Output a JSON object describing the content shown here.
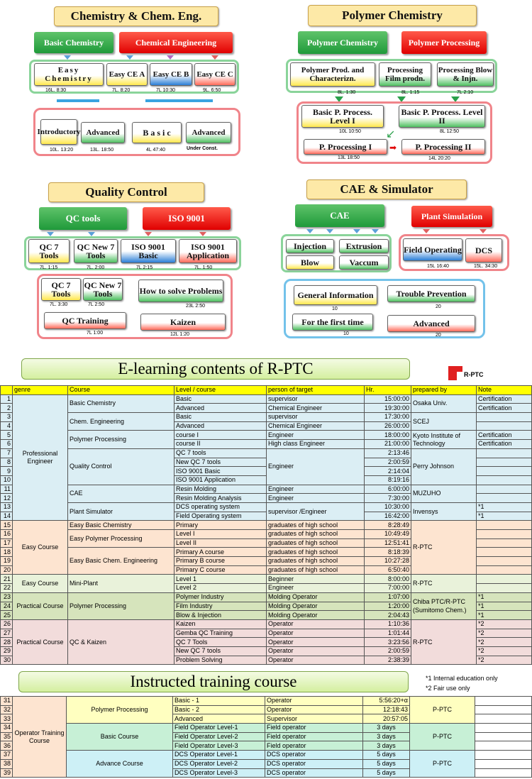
{
  "chem": {
    "title": "Chemistry & Chem. Eng.",
    "basic_chemistry": "Basic Chemistry",
    "chemical_engineering": "Chemical Engineering",
    "easy_chem": "Easy Chemistry",
    "easy_ce_a": "Easy CE A",
    "easy_ce_b": "Easy CE B",
    "easy_ce_c": "Easy CE C",
    "lbl_easy_chem": "16L. 8:30",
    "lbl_ce_a": "7L. 8:20",
    "lbl_ce_b": "7L 10:30",
    "lbl_ce_c": "9L. 6:50",
    "introductory": "Introductory",
    "advanced1": "Advanced",
    "basic": "B a s i c",
    "advanced2": "Advanced",
    "lbl_intro": "10L. 13:20",
    "lbl_adv1": "13L. 18:50",
    "lbl_basic": "4L 47:40",
    "lbl_adv2": "Under Const."
  },
  "polymer": {
    "title": "Polymer Chemistry",
    "polymer_chemistry": "Polymer Chemistry",
    "polymer_processing": "Polymer Processing",
    "prod_char": "Polymer Prod. and Characterizn.",
    "proc_film": "Processing Film prodn.",
    "proc_blow": "Processing Blow & Injn.",
    "lbl_prod": "8L. 1:30",
    "lbl_film": "8L. 1:15",
    "lbl_blow": "7L 2:10",
    "basic_p1": "Basic P. Process. Level I",
    "basic_p2": "Basic P. Process. Level II",
    "lbl_bp1": "10L 10:50",
    "lbl_bp2": "8L 12:50",
    "p_proc1": "P. Processing I",
    "p_proc2": "P. Processing II",
    "lbl_pp1": "13L 18:50",
    "lbl_pp2": "14L 20:20"
  },
  "qc": {
    "title": "Quality Control",
    "qc_tools": "QC tools",
    "iso": "ISO 9001",
    "qc7": "QC 7 Tools",
    "qcnew": "QC New 7 Tools",
    "iso_basic": "ISO 9001 Basic",
    "iso_app": "ISO 9001 Application",
    "lbl_qc7": "7L. 1:15",
    "lbl_qcnew": "7L. 2:00",
    "lbl_iso_basic": "7L 2:15",
    "lbl_iso_app": "7L. 1:50",
    "qc7b": "QC 7 Tools",
    "qcnewb": "QC New 7 Tools",
    "solve": "How to solve Problems",
    "lbl_qc7b": "7L. 3:30",
    "lbl_qcnewb": "7L 2:50",
    "lbl_solve": "23L 2:50",
    "training": "QC Training",
    "kaizen": "Kaizen",
    "lbl_training": "7L 1:00",
    "lbl_kaizen": "12L 1:20"
  },
  "cae": {
    "title": "CAE & Simulator",
    "cae": "CAE",
    "plant": "Plant Simulation",
    "injection": "Injection",
    "extrusion": "Extrusion",
    "blow": "Blow",
    "vaccum": "Vaccum",
    "field": "Field Operating",
    "dcs": "DCS",
    "lbl_field": "15L 16:40",
    "lbl_dcs": "15L. 34:30",
    "general": "General Information",
    "trouble": "Trouble Prevention",
    "lbl_general": "10",
    "lbl_trouble": "20",
    "first": "For the first time",
    "advanced": "Advanced",
    "lbl_first": "10",
    "lbl_advanced": "20"
  },
  "elearn_title": "E-learning contents of R-PTC",
  "logo_text": "R-PTC",
  "headers": [
    "genre",
    "Course",
    "Level / course",
    "person of target",
    "Hr.",
    "prepared by",
    "Note"
  ],
  "rows": [
    [
      "1",
      "Basic",
      "supervisor",
      "15:00:00",
      "Certification"
    ],
    [
      "2",
      "Advanced",
      "Chemical Engineer",
      "19:30:00",
      "Certification"
    ],
    [
      "3",
      "Basic",
      "supervisor",
      "17:30:00",
      ""
    ],
    [
      "4",
      "Advanced",
      "Chemical Engineer",
      "26:00:00",
      ""
    ],
    [
      "5",
      "course I",
      "Engineer",
      "18:00:00",
      "Certification"
    ],
    [
      "6",
      "course II",
      "High class Engineer",
      "21:00:00",
      "Certification"
    ],
    [
      "7",
      "QC 7 tools",
      "",
      "2:13:46",
      ""
    ],
    [
      "8",
      "New QC 7 tools",
      "",
      "2:00:59",
      ""
    ],
    [
      "9",
      "ISO 9001 Basic",
      "",
      "2:14:04",
      ""
    ],
    [
      "10",
      "ISO 9001 Application",
      "",
      "8:19:16",
      ""
    ],
    [
      "11",
      "Resin Molding",
      "Engineer",
      "6:00:00",
      ""
    ],
    [
      "12",
      "Resin Molding Analysis",
      "Engineer",
      "7:30:00",
      ""
    ],
    [
      "13",
      "DCS operating system",
      "",
      "10:30:00",
      "*1"
    ],
    [
      "14",
      "Field Operating system",
      "",
      "16:42:00",
      "*1"
    ],
    [
      "15",
      "Primary",
      "graduates of high school",
      "8:28:49",
      ""
    ],
    [
      "16",
      "Level I",
      "graduates of high school",
      "10:49:49",
      ""
    ],
    [
      "17",
      "Level II",
      "graduates of high school",
      "12:51:41",
      ""
    ],
    [
      "18",
      "Primary A course",
      "graduates of high school",
      "8:18:39",
      ""
    ],
    [
      "19",
      "Primary B course",
      "graduates of high school",
      "10:27:28",
      ""
    ],
    [
      "20",
      "Primary C course",
      "graduates of high school",
      "6:50:40",
      ""
    ],
    [
      "21",
      "Level 1",
      "Beginner",
      "8:00:00",
      ""
    ],
    [
      "22",
      "Level 2",
      "Engineer",
      "7:00:00",
      ""
    ],
    [
      "23",
      "Polymer Industry",
      "Molding Operator",
      "1:07:00",
      "*1"
    ],
    [
      "24",
      "Film Industry",
      "Molding Operator",
      "1:20:00",
      "*1"
    ],
    [
      "25",
      "Blow & Injection",
      "Molding Operator",
      "2:04:43",
      "*1"
    ],
    [
      "26",
      "Kaizen",
      "Operator",
      "1:10:36",
      "*2"
    ],
    [
      "27",
      "Gemba QC Training",
      "Operator",
      "1:01:44",
      "*2"
    ],
    [
      "28",
      "QC 7 Tools",
      "Operator",
      "3:23:56",
      "*2"
    ],
    [
      "29",
      "New QC 7 tools",
      "Operator",
      "2:00:59",
      "*2"
    ],
    [
      "30",
      "Problem Solving",
      "Operator",
      "2:38:39",
      "*2"
    ]
  ],
  "merged": {
    "professional": "Professional Engineer",
    "easy": "Easy Course",
    "easy2": "Easy Course",
    "practical1": "Practical Course",
    "practical2": "Practical Course",
    "c_basic_chem": "Basic Chemistry",
    "c_chem_eng": "Chem. Engineering",
    "c_poly_proc": "Polymer Processing",
    "c_qc": "Quality Control",
    "c_cae": "CAE",
    "c_plant": "Plant Simulator",
    "c_easy_basic": "Easy Basic Chemistry",
    "c_easy_poly": "Easy Polymer Processing",
    "c_easy_ce": "Easy Basic Chem. Engineering",
    "c_mini": "Mini-Plant",
    "c_poly_proc2": "Polymer Processing",
    "c_qc_kaizen": "QC & Kaizen",
    "t_engineer": "Engineer",
    "t_sup_eng": "supervisor /Engineer",
    "p_osaka": "Osaka Univ.",
    "p_scej": "SCEJ",
    "p_kyoto": "Kyoto Institute of Technology",
    "p_perry": "Perry Johnson",
    "p_muzuho": "MUZUHO",
    "p_invensys": "Invensys",
    "p_rptc1": "R-PTC",
    "p_rptc2": "R-PTC",
    "p_chiba": "Chiba PTC/R-PTC (Sumitomo Chem.)",
    "p_rptc3": "R-PTC"
  },
  "instr_title": "Instructed training course",
  "notes": [
    "*1 Internal education only",
    "*2 Fair use only"
  ],
  "rows2": [
    [
      "31",
      "Basic - 1",
      "Operator",
      "5:56:20+α"
    ],
    [
      "32",
      "Basic - 2",
      "Operator",
      "12:18:43"
    ],
    [
      "33",
      "Advanced",
      "Supervisor",
      "20:57:05"
    ],
    [
      "34",
      "Field Operator Level-1",
      "Field operator",
      "3 days"
    ],
    [
      "35",
      "Field Operator Level-2",
      "Field operator",
      "3 days"
    ],
    [
      "36",
      "Field Operator Level-3",
      "Field operator",
      "3 days"
    ],
    [
      "37",
      "DCS Operator Level-1",
      "DCS operator",
      "5 days"
    ],
    [
      "38",
      "DCS Operator Level-2",
      "DCS operator",
      "5 days"
    ],
    [
      "39",
      "DCS Operator Level-3",
      "DCS operator",
      "5 days"
    ]
  ],
  "merged2": {
    "genre": "Operator Training Course",
    "poly": "Polymer Processing",
    "basic": "Basic Course",
    "adv": "Advance Course",
    "p1": "P-PTC",
    "p2": "P-PTC",
    "p3": "P-PTC"
  }
}
